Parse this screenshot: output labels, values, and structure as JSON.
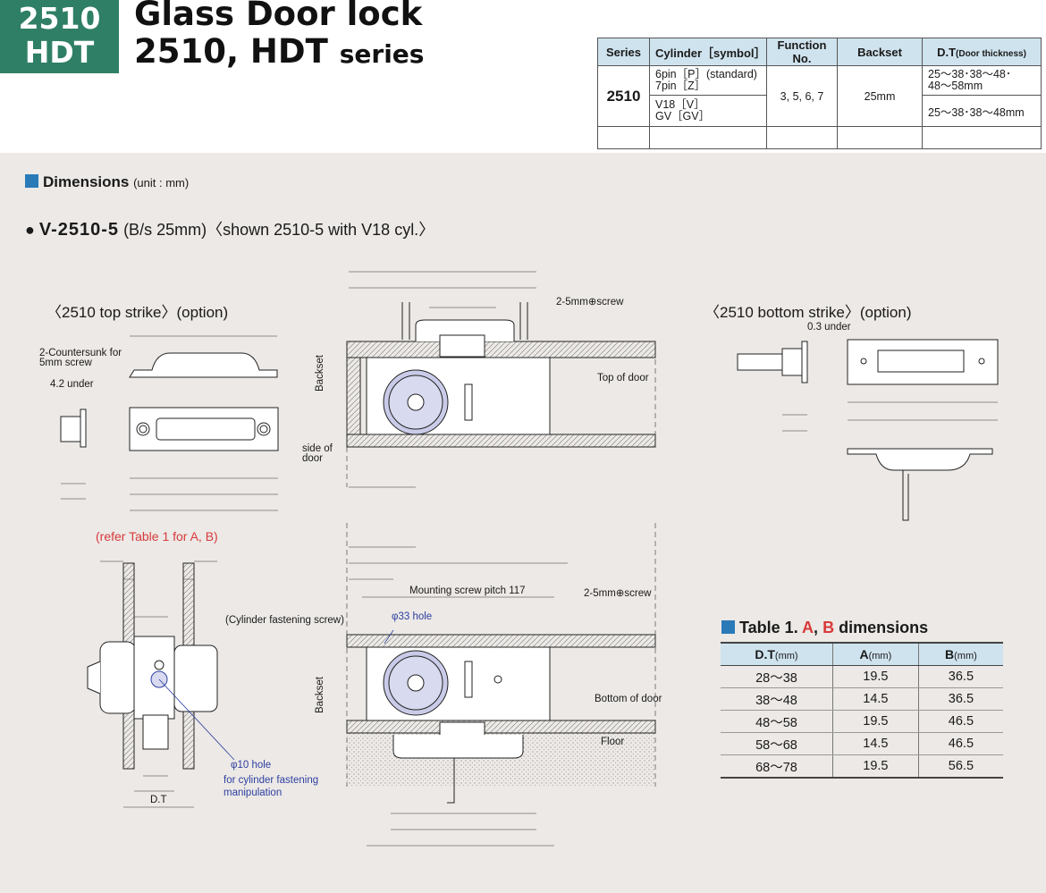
{
  "header": {
    "badge_line1": "2510",
    "badge_line2": "HDT",
    "title_line1": "Glass Door lock",
    "title_line2": "2510, HDT",
    "title_series": "series"
  },
  "series_table": {
    "headers": [
      "Series",
      "Cylinder［symbol］",
      "Function No.",
      "Backset",
      "D.T"
    ],
    "dt_suffix": "(Door thickness)",
    "series": "2510",
    "cyl1_line1": "6pin［P］(standard)",
    "cyl1_line2": "7pin［Z］",
    "cyl2_line1": "V18［V］",
    "cyl2_line2": "GV［GV］",
    "function": "3, 5, 6, 7",
    "backset": "25mm",
    "dt1_line1": "25〜38･38〜48･",
    "dt1_line2": "48〜58mm",
    "dt2": "25〜38･38〜48mm"
  },
  "dimensions": {
    "title": "Dimensions",
    "unit": "(unit : mm)",
    "model": "V-2510-5",
    "model_sub": "(B/s 25mm)〈shown 2510-5 with  V18 cyl.〉"
  },
  "drawings": {
    "top_strike": "〈2510 top strike〉(option)",
    "bottom_strike": "〈2510 bottom strike〉(option)",
    "refer": "(refer Table 1 for A, B)",
    "cyl_screw": "(Cylinder fastening screw)",
    "hole10": "φ10 hole",
    "hole10_note1": "for cylinder fastening",
    "hole10_note2": "manipulation",
    "hole33": "φ33 hole",
    "countersunk1": "2-Countersunk for",
    "countersunk2": "5mm screw",
    "under42": "4.2 under",
    "under03": "0.3 under",
    "screw_top": "2-5mm⊕screw",
    "screw_mid": "2-5mm⊕screw",
    "top_of_door": "Top of door",
    "bottom_of_door": "Bottom of door",
    "side_of_door1": "side of",
    "side_of_door2": "door",
    "floor": "Floor",
    "mounting_pitch": "Mounting screw pitch  117",
    "backset_label": "Backset",
    "dt_label": "D.T"
  },
  "table1": {
    "title_prefix": "Table 1.",
    "title_a": "A",
    "title_sep": ",",
    "title_b": "B",
    "title_suffix": "dimensions",
    "headers": [
      "D.T",
      "A",
      "B"
    ],
    "unit": "(mm)",
    "rows": [
      [
        "28～38",
        "19.5",
        "36.5"
      ],
      [
        "38～48",
        "14.5",
        "36.5"
      ],
      [
        "48～58",
        "19.5",
        "46.5"
      ],
      [
        "58～68",
        "14.5",
        "46.5"
      ],
      [
        "68～78",
        "19.5",
        "56.5"
      ]
    ]
  },
  "colors": {
    "badge": "#2f7f66",
    "accent_blue": "#2a7ab8",
    "table_header": "#cfe3ee",
    "red_label": "#d83a3a",
    "annotation_blue": "#2e3fa0"
  }
}
